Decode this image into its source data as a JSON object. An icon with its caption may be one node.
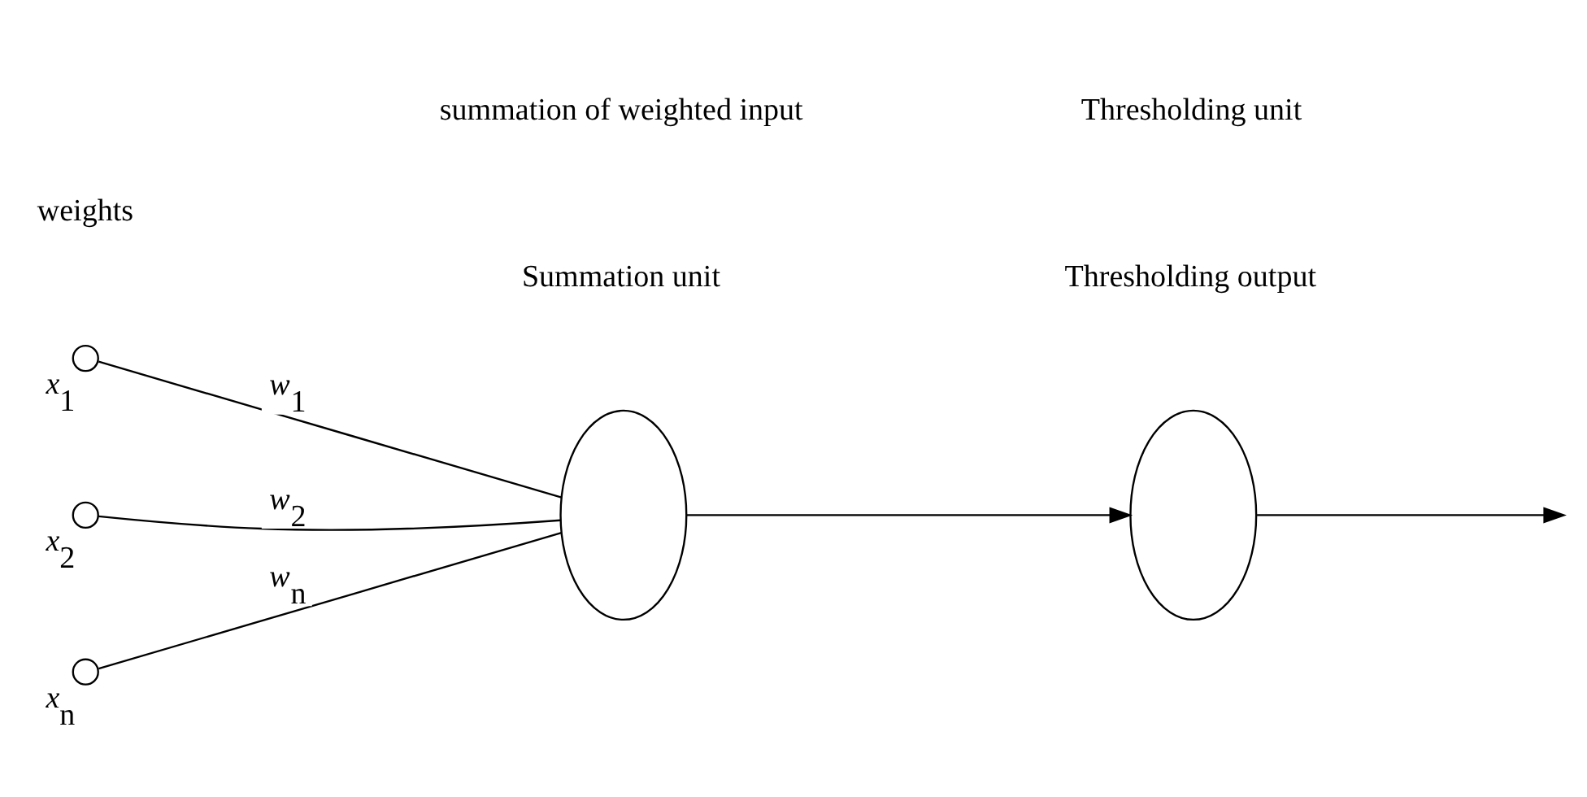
{
  "diagram": {
    "nodes": [
      {
        "text": [],
        "shape": "circle",
        "beside": [
          "*x*$_{1}$"
        ]
      },
      {
        "text": [],
        "shape": "circle",
        "beside": [
          "*x*$_{2}$"
        ]
      },
      {
        "text": [],
        "shape": "circle",
        "beside": [
          "*x*$_{n}$"
        ]
      },
      {
        "text": [],
        "shape": "ellipse"
      },
      {
        "text": [],
        "shape": "ellipse"
      }
    ],
    "edges": [
      {
        "from": 0,
        "to": 3,
        "arrow": "none",
        "label": "*w*$_{1}$"
      },
      {
        "from": 1,
        "to": 3,
        "arrow": "none",
        "label": "*w*$_{2}$"
      },
      {
        "from": 2,
        "to": 3,
        "arrow": "none",
        "label": "*w*$_{n}$"
      },
      {
        "from": 3,
        "to": 4,
        "arrow": "to"
      },
      {
        "from": 4,
        "to": null,
        "arrow": "to"
      }
    ],
    "labels": [
      "Summation unit",
      "Thresholding output",
      "weights",
      "summation of weighted input",
      "Thresholding unit"
    ]
  }
}
